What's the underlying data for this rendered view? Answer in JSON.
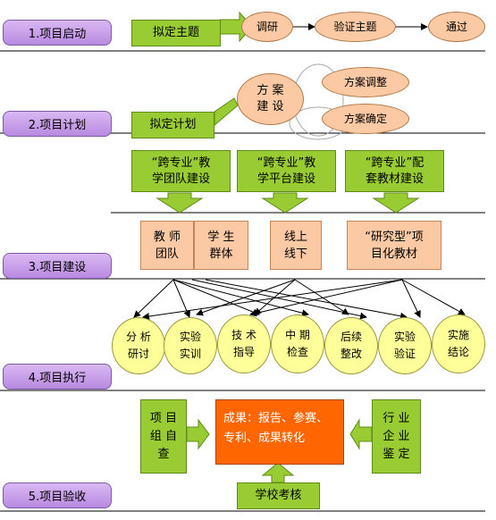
{
  "stages": [
    "1.项目启动",
    "2.项目计划",
    "3.项目建设",
    "4.项目执行",
    "5.项目验收"
  ],
  "start": {
    "topic": "拟定主题",
    "research": "调研",
    "verify": "验证主题",
    "pass": "通过"
  },
  "plan": {
    "draft": "拟定计划",
    "scheme": "方 案\n建 设",
    "adjust": "方案调整",
    "confirm": "方案确定"
  },
  "build": {
    "team": "“跨专业”教\n学团队建设",
    "platform": "“跨专业”教\n学平台建设",
    "material": "“跨专业”配\n套教材建设",
    "teacher": "教 师\n团队",
    "student": "学 生\n群体",
    "online": "线上\n线下",
    "research_material": "“研究型”项\n目化教材"
  },
  "execute": [
    "分 析\n研讨",
    "实验\n实训",
    "技 术\n指导",
    "中 期\n检查",
    "后续\n整改",
    "实验\n验证",
    "实施\n结论"
  ],
  "accept": {
    "self_check": "项 目\n组 自\n查",
    "results": "成果：报告、参赛、\n专利、成果转化",
    "industry": "行 业\n企 业\n鉴 定",
    "school": "学校考核"
  },
  "colors": {
    "stage": "#c9a0ee",
    "green": "#99cc33",
    "peach": "#fbc9a3",
    "yellow": "#ffff99",
    "orange": "#ff6600"
  }
}
